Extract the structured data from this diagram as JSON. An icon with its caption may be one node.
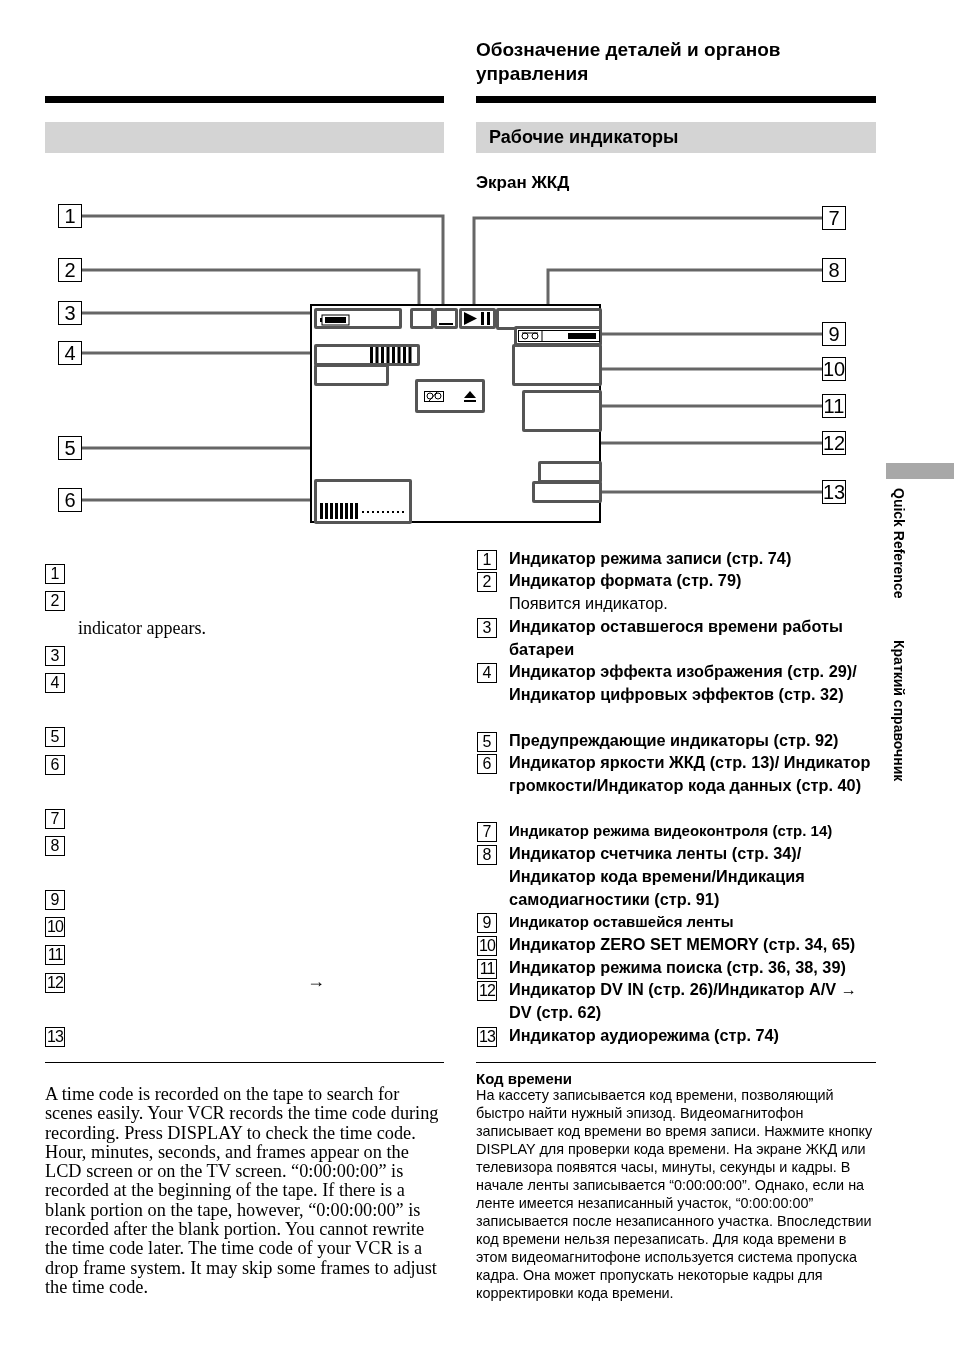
{
  "diagram": {
    "title": "Обозначение деталей и органов управления",
    "nodes": [
      {
        "text": [
          "1"
        ]
      },
      {
        "text": [
          "2"
        ]
      },
      {
        "text": [
          "3"
        ]
      },
      {
        "text": [
          "4"
        ]
      },
      {
        "text": [
          "5"
        ]
      },
      {
        "text": [
          "6"
        ]
      },
      {
        "text": [
          "7"
        ]
      },
      {
        "text": [
          "8"
        ]
      },
      {
        "text": [
          "9"
        ]
      },
      {
        "text": [
          "10"
        ]
      },
      {
        "text": [
          "11"
        ]
      },
      {
        "text": [
          "12"
        ]
      },
      {
        "text": [
          "13"
        ]
      },
      {
        "text": [],
        "shape": "box"
      },
      {
        "text": [],
        "shape": "box",
        "in": 13
      },
      {
        "text": [],
        "shape": "box",
        "in": 13
      },
      {
        "text": [],
        "shape": "box",
        "in": 13
      },
      {
        "text": [],
        "shape": "box",
        "in": 13
      },
      {
        "text": [],
        "shape": "box",
        "in": 13
      },
      {
        "text": [],
        "shape": "box",
        "in": 13
      },
      {
        "text": [],
        "shape": "box",
        "in": 13
      },
      {
        "text": [],
        "shape": "box",
        "in": 13
      },
      {
        "text": [],
        "shape": "box",
        "in": 13
      },
      {
        "text": [],
        "shape": "box",
        "in": 13
      },
      {
        "text": [],
        "shape": "box",
        "in": 13
      },
      {
        "text": [],
        "shape": "box",
        "in": 13
      },
      {
        "text": [],
        "shape": "box",
        "in": 13
      },
      {
        "text": [],
        "shape": "box",
        "in": 13
      },
      {
        "text": [],
        "shape": "bar"
      },
      {
        "text": [
          "Рабочие индикаторы"
        ]
      }
    ],
    "edges": [
      {
        "from": 0,
        "to": 16,
        "arrow": "none"
      },
      {
        "from": 1,
        "to": 15,
        "arrow": "none"
      },
      {
        "from": 2,
        "to": 14,
        "arrow": "none"
      },
      {
        "from": 3,
        "to": 19,
        "arrow": "none"
      },
      {
        "from": 4,
        "to": 21,
        "arrow": "none"
      },
      {
        "from": 5,
        "to": 27,
        "arrow": "none"
      },
      {
        "from": 6,
        "to": 17,
        "arrow": "none"
      },
      {
        "from": 7,
        "to": 18,
        "arrow": "none"
      },
      {
        "from": 8,
        "to": 22,
        "arrow": "none"
      },
      {
        "from": 9,
        "to": 23,
        "arrow": "none"
      },
      {
        "from": 10,
        "to": 24,
        "arrow": "none"
      },
      {
        "from": 11,
        "to": 25,
        "arrow": "none"
      },
      {
        "from": 12,
        "to": 26,
        "arrow": "none"
      }
    ],
    "labels": [
      "Экран ЖКД",
      "1",
      "2",
      "3",
      "4",
      "5",
      "6",
      "7",
      "8",
      "9",
      "10",
      "11",
      "12",
      "13",
      "indicator appears.",
      "→",
      "1",
      "Индикатор режима записи (стр. 74)",
      "2",
      "Индикатор формата (стр. 79)",
      "Появится индикатор.",
      "3",
      "Индикатор оставшегося времени работы батареи",
      "4",
      "Индикатор эффекта изображения (стр. 29)/Индикатор цифровых эффектов (стр. 32)",
      "5",
      "Предупреждающие индикаторы (стр. 92)",
      "6",
      "Индикатор яркости ЖКД (стр. 13)/ Индикатор громкости/Индикатор кода данных (стр. 40)",
      "7",
      "Индикатор режима видеоконтроля (стр. 14)",
      "8",
      "Индикатор счетчика ленты (стр. 34)/ Индикатор кода времени/Индикация самодиагностики (стр. 91)",
      "9",
      "Индикатор оставшейся ленты",
      "10",
      "Индикатор ZERO SET MEMORY (стр. 34, 65)",
      "11",
      "Индикатор режима поиска (стр. 36, 38, 39)",
      "12",
      "Индикатор DV IN (стр. 26)/Индикатор A/V → DV (стр. 62)",
      "13",
      "Индикатор аудиорежима (стр. 74)",
      "A time code is recorded on the tape to search for scenes easily. Your VCR records the time code during recording. Press DISPLAY to check the time code. Hour, minutes, seconds, and frames appear on the LCD screen or on the TV screen. “0:00:00:00” is recorded at the beginning of the tape. If there is a blank portion on the tape, however, “0:00:00:00” is recorded after the blank portion. You cannot rewrite the time code later. The time code of your VCR is a drop frame system. It may skip some frames to adjust the time code.",
      "Код времени",
      "На кассету записывается код времени, позволяющий быстро найти нужный эпизод. Видеомагнитофон записывает код времени во время записи. Нажмите кнопку DISPLAY для проверки кода времени. На экране ЖКД или телевизора появятся часы, минуты, секунды и кадры. В начале ленты записывается “0:00:00:00”. Однако, если на ленте имеется незаписанный участок, “0:00:00:00” записывается после незаписанного участка. Впоследствии код времени нельзя перезаписать. Для кода времени в этом видеомагнитофоне используется система пропуска кадра. Она может пропускать некоторые кадры для корректировки кода времени.",
      "Quick Reference",
      "Краткий справочник"
    ]
  }
}
